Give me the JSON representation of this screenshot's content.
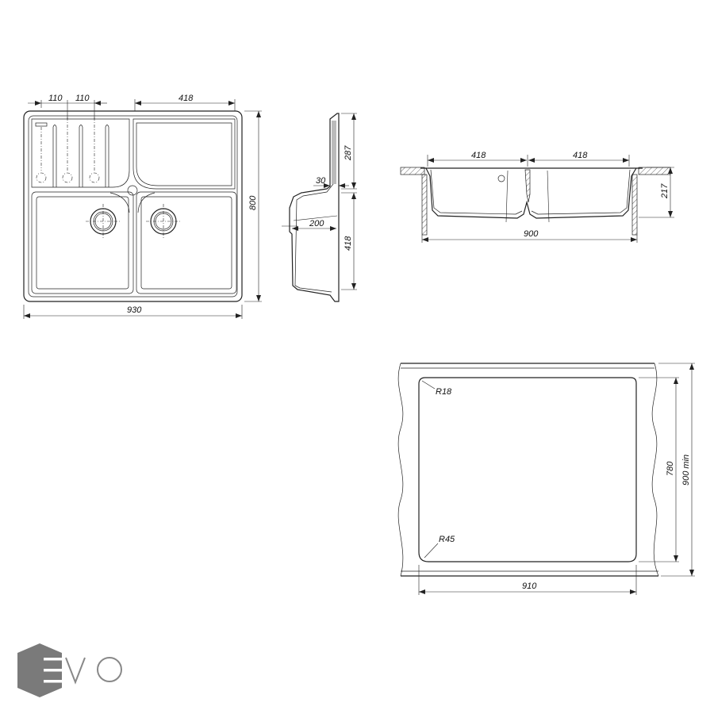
{
  "top_view": {
    "dim_110_a": "110",
    "dim_110_b": "110",
    "dim_418": "418",
    "dim_800": "800",
    "dim_930": "930"
  },
  "side_view": {
    "dim_287": "287",
    "dim_30": "30",
    "dim_200": "200",
    "dim_418": "418"
  },
  "front_section": {
    "dim_418_left": "418",
    "dim_418_right": "418",
    "dim_217": "217",
    "dim_900": "900"
  },
  "cutout": {
    "radius_top": "R18",
    "radius_bottom": "R45",
    "dim_780": "780",
    "dim_900min": "900 min",
    "dim_910": "910"
  },
  "logo": {
    "text": "EVO",
    "color": "#7a7a7a"
  }
}
